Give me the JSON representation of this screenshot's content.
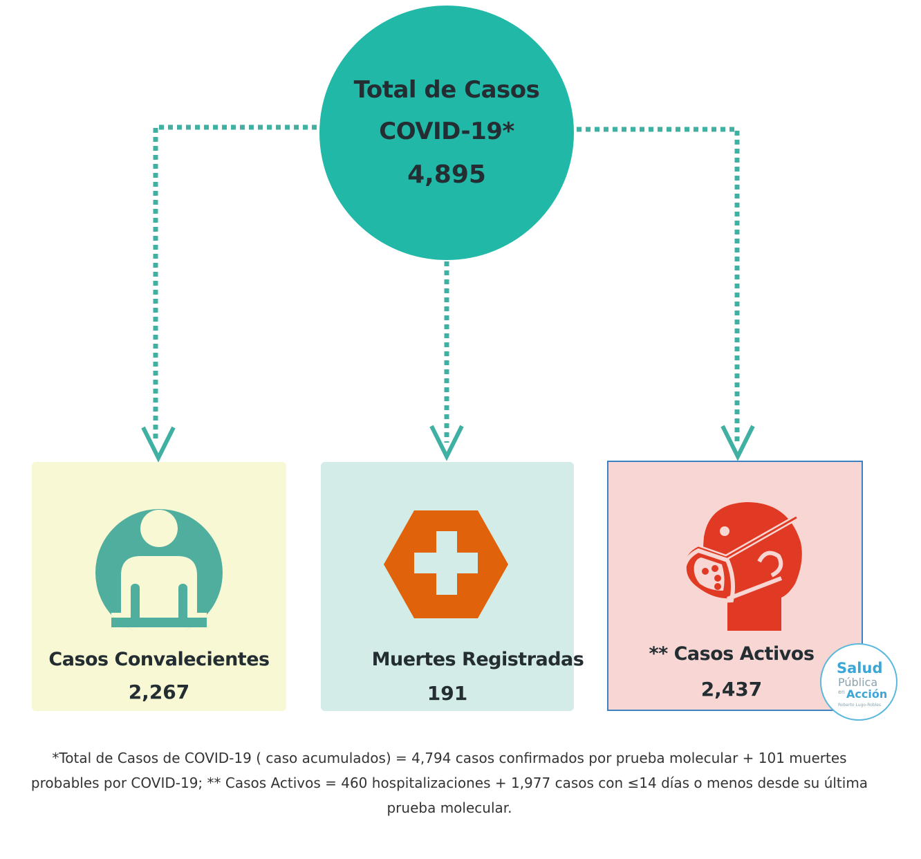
{
  "total": {
    "title_line1": "Total de Casos",
    "title_line2": "COVID-19*",
    "value": "4,895"
  },
  "cards": [
    {
      "label": "Casos Convalecientes",
      "value": "2,267",
      "icon": "person-icon",
      "bg": "#f8f8d4",
      "icon_color": "#50ae9f"
    },
    {
      "label": "Muertes Registradas",
      "value": "191",
      "icon": "medical-cross-icon",
      "bg": "#d3ece8",
      "icon_color": "#e0620a"
    },
    {
      "label": "** Casos Activos",
      "value": "2,437",
      "icon": "face-mask-icon",
      "bg": "#f8d6d3",
      "icon_color": "#e13a24"
    }
  ],
  "footnote": "*Total de Casos de COVID-19 ( caso acumulados) = 4,794 casos confirmados por prueba molecular + 101 muertes probables por COVID-19; ** Casos Activos = 460 hospitalizaciones + 1,977 casos con ≤14 días o menos desde su última prueba molecular.",
  "logo": {
    "line1": "Salud",
    "line2": "Pública",
    "line3": "en",
    "line4": "Acción",
    "line5": "Roberto Lugo-Robles"
  },
  "colors": {
    "primary": "#22b8a8",
    "connector": "#3fb0a2",
    "text": "#242e32",
    "accent_border": "#3b82c4"
  }
}
